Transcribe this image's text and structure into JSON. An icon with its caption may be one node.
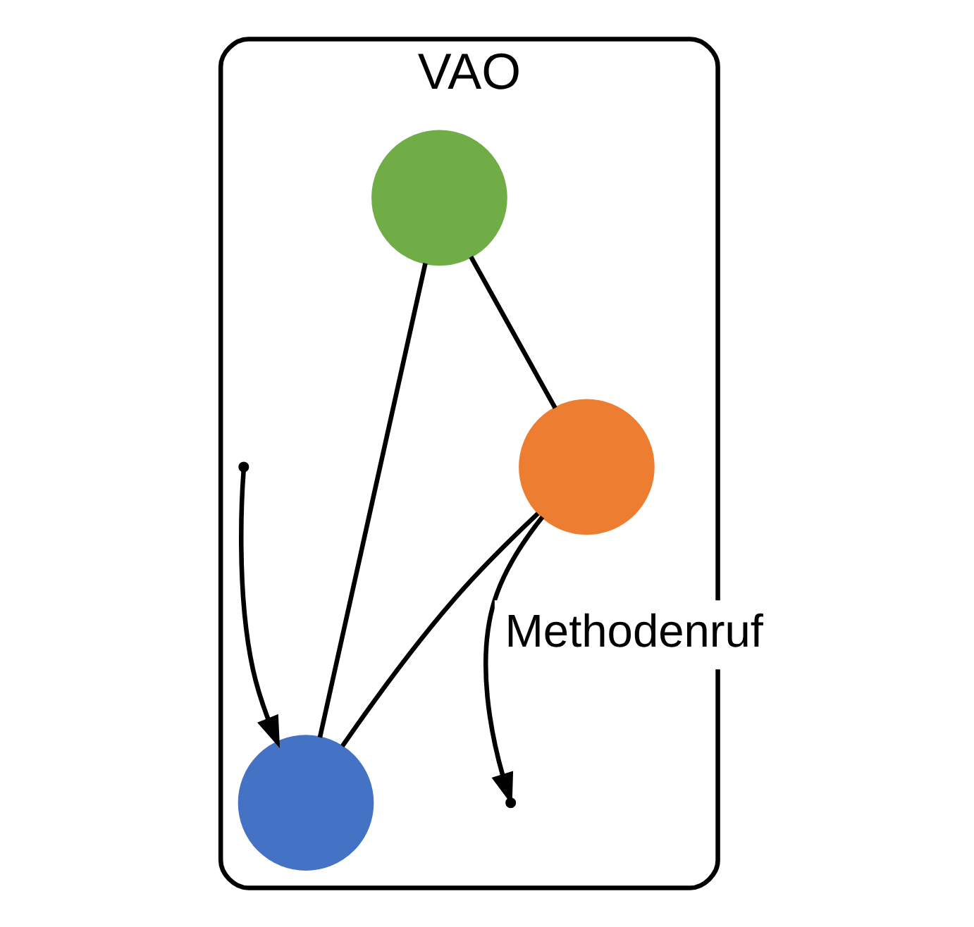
{
  "diagram": {
    "nodes": [
      {
        "text": [
          "VAO"
        ]
      },
      {
        "text": [],
        "shape": "circle",
        "in": 0
      },
      {
        "text": [],
        "shape": "circle",
        "in": 0
      },
      {
        "text": [],
        "shape": "circle",
        "in": 0
      }
    ],
    "edges": [
      {
        "from": 2,
        "to": 1,
        "arrow": "none"
      },
      {
        "from": 2,
        "to": 3,
        "arrow": "none"
      },
      {
        "from": 3,
        "to": 1,
        "arrow": "none"
      },
      {
        "from": 3,
        "to": null,
        "arrow": "to",
        "label": "Methodenruf"
      },
      {
        "from": null,
        "to": 1,
        "arrow": "to"
      }
    ]
  }
}
